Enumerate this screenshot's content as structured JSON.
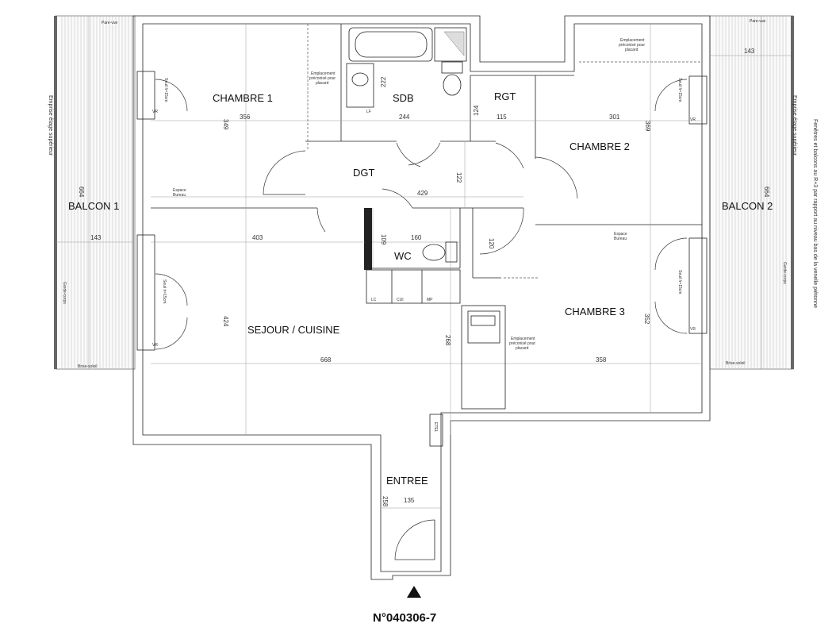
{
  "rooms": {
    "chambre1": "CHAMBRE 1",
    "sdb": "SDB",
    "rgt": "RGT",
    "chambre2": "CHAMBRE 2",
    "dgt": "DGT",
    "balcon1": "BALCON 1",
    "balcon2": "BALCON 2",
    "wc": "WC",
    "sejour": "SEJOUR / CUISINE",
    "chambre3": "CHAMBRE 3",
    "entree": "ENTREE"
  },
  "dimensions": {
    "d349": "349",
    "d356": "356",
    "d222": "222",
    "d244": "244",
    "d124": "124",
    "d115": "115",
    "d301": "301",
    "d369": "369",
    "d143a": "143",
    "d143b": "143",
    "d664a": "664",
    "d664b": "664",
    "d122": "122",
    "d429": "429",
    "d403": "403",
    "d109": "109",
    "d160": "160",
    "d120": "120",
    "d424": "424",
    "d268": "268",
    "d668": "668",
    "d358": "358",
    "d352": "352",
    "d258": "258",
    "d135": "135"
  },
  "notes": {
    "pare_vue_1": "Pare-vue",
    "pare_vue_2": "Pare-vue",
    "emplacement_l1": "Emplacement",
    "emplacement_l2": "préconisé pour",
    "emplacement_l3": "placard",
    "espace": "Espace",
    "bureau": "Bureau",
    "seuil_1": "Seuil  h=15cm",
    "seuil_2": "Seuil  h=15cm",
    "seuil_3": "Seuil  h=15cm",
    "seuil_4": "Seuil  h=15cm",
    "vr": "VR",
    "garde_corps_1": "Garde-corps",
    "garde_corps_2": "Garde-corps",
    "brise_soleil_1": "Brise-soleil",
    "brise_soleil_2": "Brise-soleil",
    "emprise_1": "Emprise étage supérieur",
    "emprise_2": "Emprise étage supérieur",
    "lc": "LC",
    "cui": "CUI",
    "mp": "MP",
    "lf": "LF",
    "etel": "ETEL",
    "side_note": "Fenêtres et balcons au R+3 par rapport au niveau bas de la venelle piétonne"
  },
  "reference": "N°040306-7",
  "colors": {
    "wall": "#111111",
    "dimension": "#999999",
    "hatch": "#bbbbbb"
  },
  "icons": [
    "entrance-arrow-icon",
    "toilet-icon",
    "bathtub-icon",
    "sink-icon"
  ]
}
